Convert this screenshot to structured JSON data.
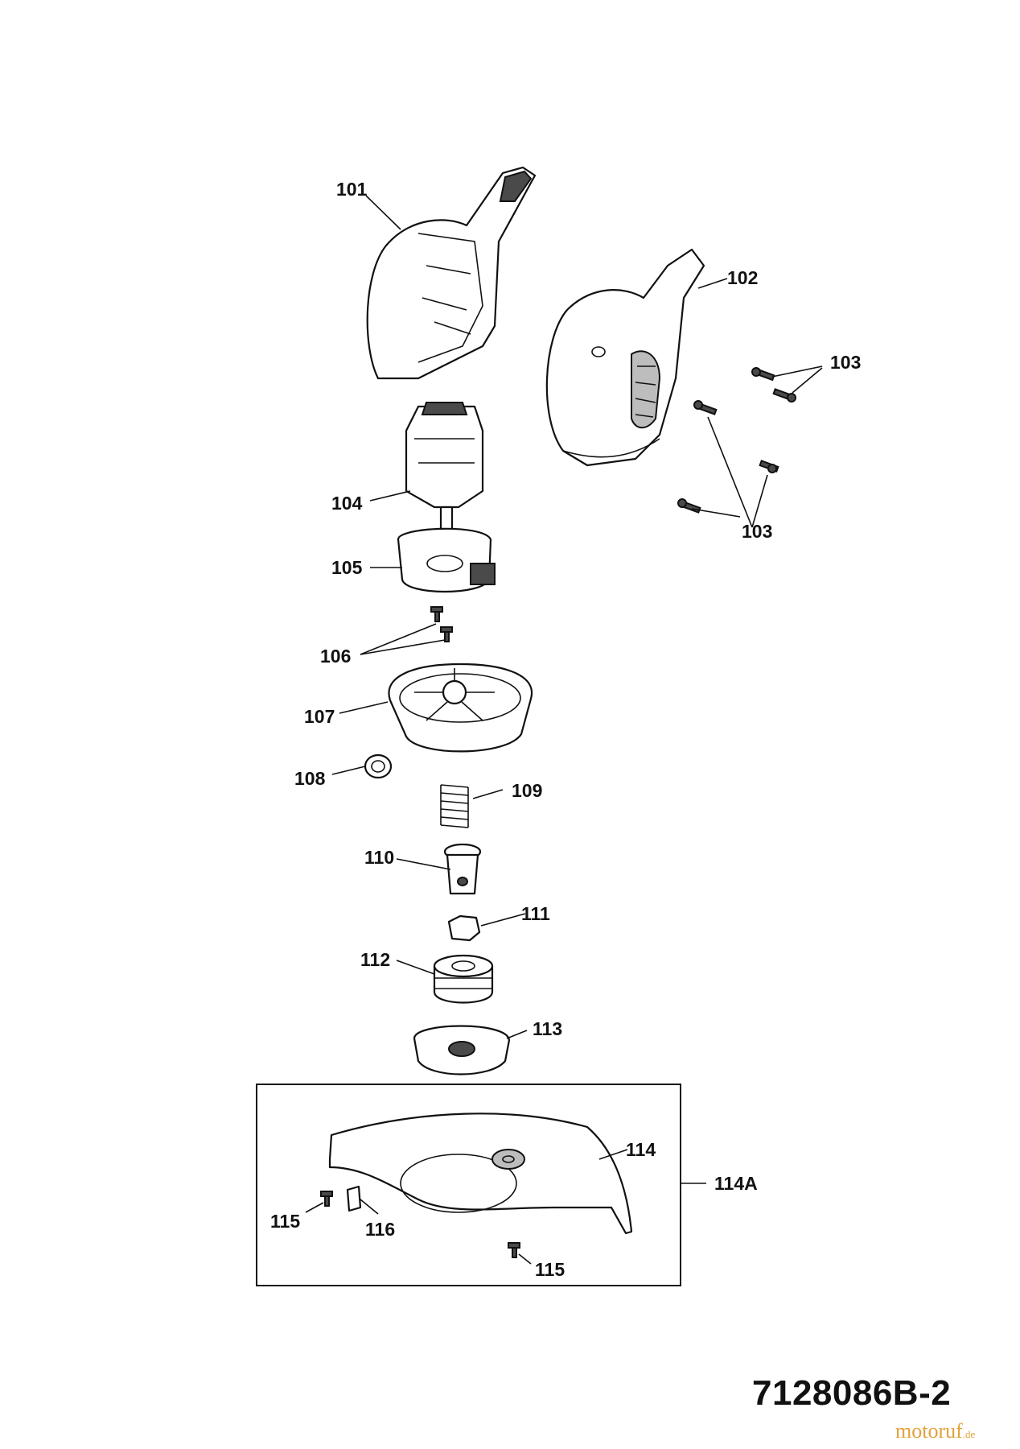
{
  "drawing_number": "7128086B-2",
  "watermark": {
    "brand": "motoruf",
    "suffix": ".de"
  },
  "callouts": {
    "c101": "101",
    "c102": "102",
    "c103a": "103",
    "c103b": "103",
    "c104": "104",
    "c105": "105",
    "c106": "106",
    "c107": "107",
    "c108": "108",
    "c109": "109",
    "c110": "110",
    "c111": "111",
    "c112": "112",
    "c113": "113",
    "c114": "114",
    "c114a": "114A",
    "c115a": "115",
    "c115b": "115",
    "c116": "116"
  },
  "colors": {
    "ink": "#111111",
    "watermark": "#e3a13a"
  }
}
